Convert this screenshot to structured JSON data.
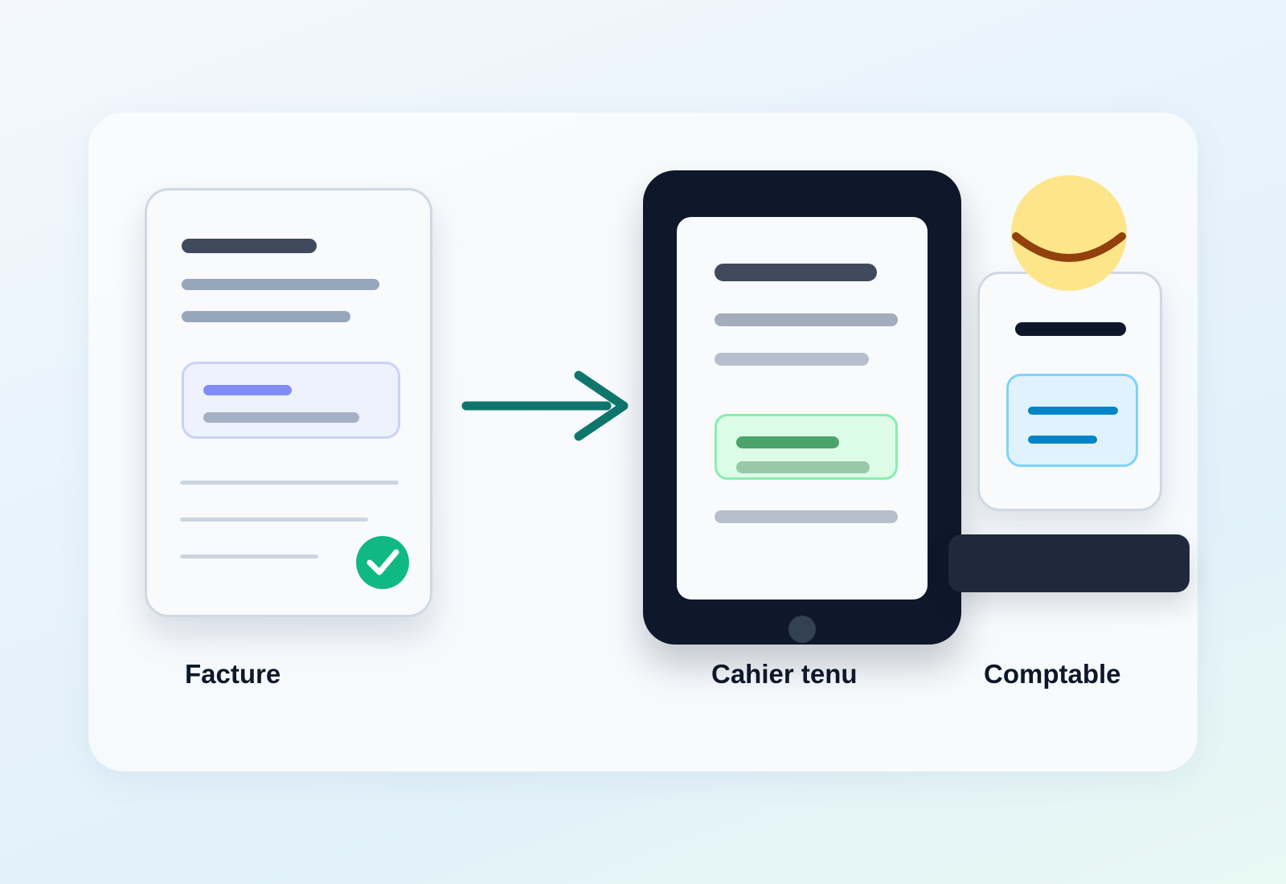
{
  "labels": {
    "invoice": "Facture",
    "ledger": "Cahier tenu",
    "accountant": "Comptable"
  },
  "icons": {
    "check": "check-icon",
    "arrow": "arrow-right-icon",
    "avatar": "smiling-face-icon"
  },
  "colors": {
    "accent_arrow": "#0f766e",
    "check_badge": "#10b981",
    "highlight_invoice": "#818cf8",
    "highlight_ledger": "#4ca36b",
    "highlight_accountant": "#0284c7",
    "device": "#0f172a",
    "avatar_face": "#fde68a",
    "avatar_smile": "#92400e"
  }
}
